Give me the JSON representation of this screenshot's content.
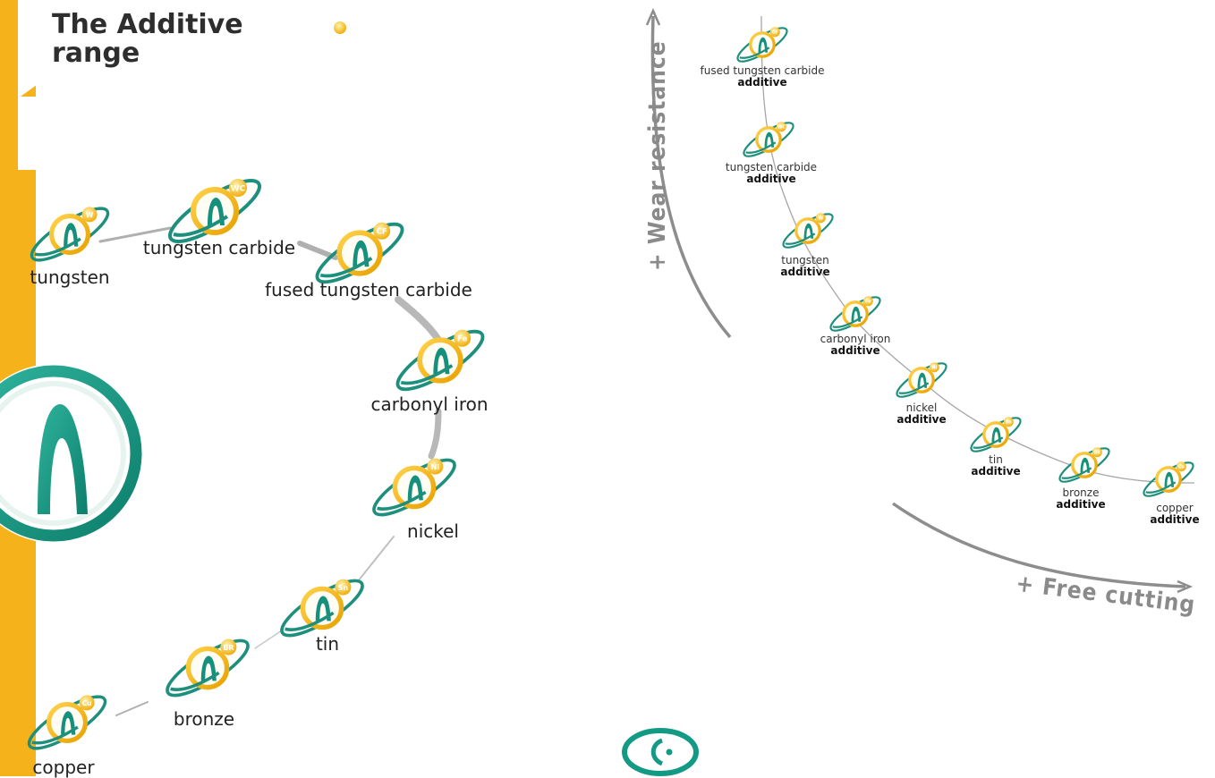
{
  "page": {
    "title": "The Additive range",
    "accent_color": "#f5b400",
    "brand_color": "#1a9a86"
  },
  "left_diagram": {
    "nodes": [
      {
        "label": "tungsten",
        "badge": "W"
      },
      {
        "label": "tungsten carbide",
        "badge": "WC"
      },
      {
        "label": "fused tungsten carbide",
        "badge": "CF"
      },
      {
        "label": "carbonyl iron",
        "badge": "Fe"
      },
      {
        "label": "nickel",
        "badge": "Ni"
      },
      {
        "label": "tin",
        "badge": "Sn"
      },
      {
        "label": "bronze",
        "badge": "BR"
      },
      {
        "label": "copper",
        "badge": "Cu"
      }
    ]
  },
  "right_diagram": {
    "suffix": "additive",
    "axis_wear": "+ Wear resistance",
    "axis_free": "+ Free cutting",
    "nodes": [
      {
        "label": "fused tungsten carbide",
        "badge": "CF"
      },
      {
        "label": "tungsten carbide",
        "badge": "WC"
      },
      {
        "label": "tungsten",
        "badge": "W"
      },
      {
        "label": "carbonyl iron",
        "badge": "Fe"
      },
      {
        "label": "nickel",
        "badge": "Ni"
      },
      {
        "label": "tin",
        "badge": "Sn"
      },
      {
        "label": "bronze",
        "badge": "BR"
      },
      {
        "label": "copper",
        "badge": "Cu"
      }
    ]
  }
}
